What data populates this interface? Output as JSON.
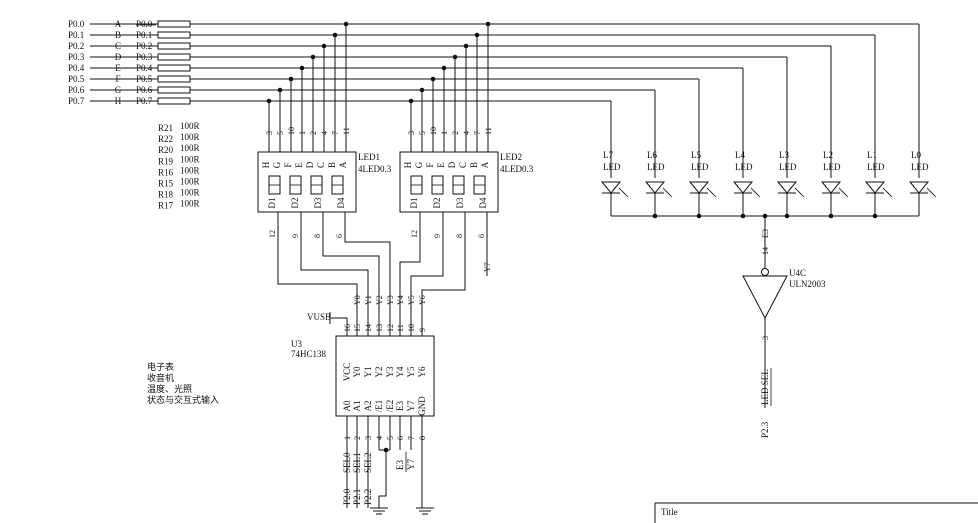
{
  "port_labels": [
    "P0.0",
    "P0.1",
    "P0.2",
    "P0.3",
    "P0.4",
    "P0.5",
    "P0.6",
    "P0.7"
  ],
  "seg_letters": [
    "A",
    "B",
    "C",
    "D",
    "E",
    "F",
    "G",
    "H"
  ],
  "net_labels": [
    "P0.0",
    "P0.1",
    "P0.2",
    "P0.3",
    "P0.4",
    "P0.5",
    "P0.6",
    "P0.7"
  ],
  "resistors": [
    {
      "name": "R21",
      "value": "100R"
    },
    {
      "name": "R22",
      "value": "100R"
    },
    {
      "name": "R20",
      "value": "100R"
    },
    {
      "name": "R19",
      "value": "100R"
    },
    {
      "name": "R16",
      "value": "100R"
    },
    {
      "name": "R15",
      "value": "100R"
    },
    {
      "name": "R18",
      "value": "100R"
    },
    {
      "name": "R17",
      "value": "100R"
    }
  ],
  "displays": [
    {
      "name": "LED1",
      "part": "4LED0.3",
      "top_pins": [
        "3",
        "5",
        "10",
        "1",
        "2",
        "4",
        "7",
        "11"
      ],
      "seg_labels": [
        "H",
        "G",
        "F",
        "E",
        "D",
        "C",
        "B",
        "A"
      ],
      "digits": [
        "D1",
        "D2",
        "D3",
        "D4"
      ],
      "bottom_pins": [
        "12",
        "9",
        "8",
        "6"
      ]
    },
    {
      "name": "LED2",
      "part": "4LED0.3",
      "top_pins": [
        "3",
        "5",
        "10",
        "1",
        "2",
        "4",
        "7",
        "11"
      ],
      "seg_labels": [
        "H",
        "G",
        "F",
        "E",
        "D",
        "C",
        "B",
        "A"
      ],
      "digits": [
        "D1",
        "D2",
        "D3",
        "D4"
      ],
      "bottom_pins": [
        "12",
        "9",
        "8",
        "6"
      ]
    }
  ],
  "leds": [
    {
      "name": "L7",
      "type": "LED"
    },
    {
      "name": "L6",
      "type": "LED"
    },
    {
      "name": "L5",
      "type": "LED"
    },
    {
      "name": "L4",
      "type": "LED"
    },
    {
      "name": "L3",
      "type": "LED"
    },
    {
      "name": "L2",
      "type": "LED"
    },
    {
      "name": "L1",
      "type": "LED"
    },
    {
      "name": "L0",
      "type": "LED"
    }
  ],
  "decoder": {
    "ref": "U3",
    "part": "74HC138",
    "top_pins": [
      "16",
      "15",
      "14",
      "13",
      "12",
      "11",
      "10",
      "9"
    ],
    "top_labels": [
      "VCC",
      "Y0",
      "Y1",
      "Y2",
      "Y3",
      "Y4",
      "Y5",
      "Y6"
    ],
    "bottom_labels": [
      "A0",
      "A1",
      "A2",
      "/E1",
      "/E2",
      "E3",
      "Y7",
      "GND"
    ],
    "bottom_pins": [
      "1",
      "2",
      "3",
      "4",
      "5",
      "6",
      "7",
      "8"
    ],
    "upper_wire_labels": [
      "Y0",
      "Y1",
      "Y2",
      "Y3",
      "Y4",
      "Y5",
      "Y6"
    ],
    "vusb": "VUSB",
    "lower_net_labels": [
      "SEL0",
      "SEL1",
      "SEL2"
    ],
    "lower_extra_labels": [
      "E3",
      "Y7"
    ],
    "port_labels": [
      "P2.0",
      "P2.1",
      "P2.2"
    ]
  },
  "buffer": {
    "ref": "U4C",
    "part": "ULN2003",
    "in_pin": "14",
    "in_label": "E3",
    "out_pin": "3",
    "out_label": "LED SEL",
    "port": "P2.3"
  },
  "y7_label": "Y7",
  "notes": [
    "电子表",
    "收音机",
    "温度、光照",
    "状态与交互式输入"
  ],
  "title_block": {
    "title": "Title"
  }
}
